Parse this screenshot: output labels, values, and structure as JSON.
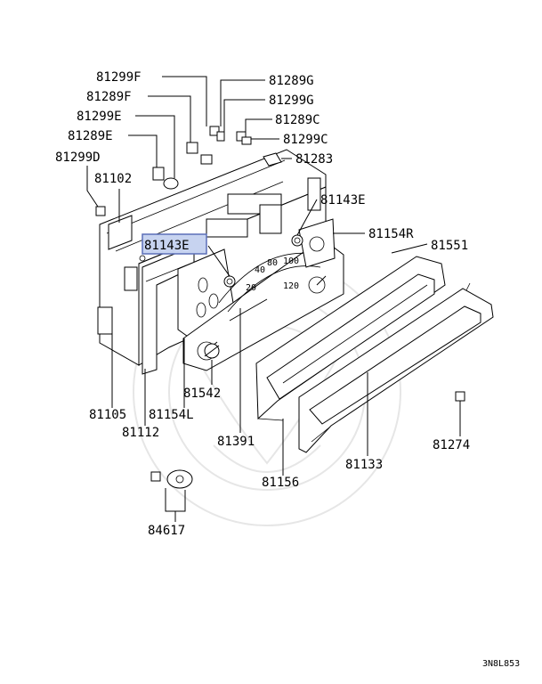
{
  "labels": {
    "p81299F": "81299F",
    "p81289G": "81289G",
    "p81289F": "81289F",
    "p81299G": "81299G",
    "p81299E": "81299E",
    "p81289C": "81289C",
    "p81289E": "81289E",
    "p81299C": "81299C",
    "p81299D": "81299D",
    "p81283": "81283",
    "p81102": "81102",
    "p81143E_right": "81143E",
    "p81143E_highlight": "81143E",
    "p81154R": "81154R",
    "p81551": "81551",
    "p81542": "81542",
    "p81105": "81105",
    "p81154L": "81154L",
    "p81112": "81112",
    "p81391": "81391",
    "p81274": "81274",
    "p81133": "81133",
    "p81156": "81156",
    "p84617": "84617"
  },
  "diagram_code": "3N8L853",
  "highlight_color": "#c7d3f0"
}
